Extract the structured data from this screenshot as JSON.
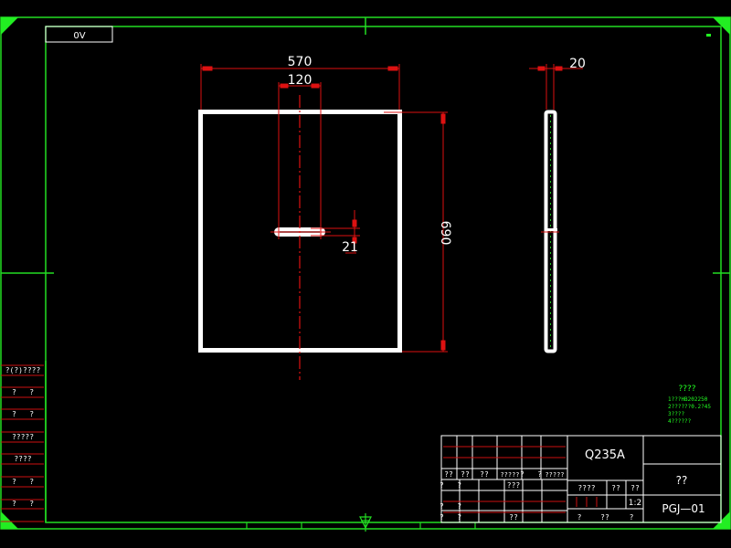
{
  "colors": {
    "background": "#000000",
    "frame": "#22dd22",
    "outline": "#ffffff",
    "dimension": "#dd1111",
    "centerline": "#dd1111",
    "note_text": "#22ff22"
  },
  "header_tag": {
    "label": "0V"
  },
  "front_view": {
    "dim_width": "570",
    "dim_slot_length": "120",
    "dim_slot_width": "21",
    "dim_height": "690"
  },
  "side_view": {
    "dim_thickness": "20"
  },
  "left_revision_column": {
    "rows": [
      "?(?)????",
      "?   ?",
      "?   ?",
      "?????",
      "????",
      "?   ?",
      "?   ?"
    ]
  },
  "notes": {
    "title": "????",
    "lines": [
      "1???HB202250",
      "2??????0.2?45",
      "3????",
      "4??????"
    ]
  },
  "title_block": {
    "material": "Q235A",
    "part_name": "??",
    "drawing_number": "PGJ—01",
    "scale": "1:2",
    "label_weight": "????",
    "label_qty": "??",
    "label_scale": "??",
    "bottom_row": [
      "?",
      "??",
      "?"
    ],
    "change_header": [
      "??",
      "??",
      "??",
      "?????",
      "?   ?",
      "?????"
    ],
    "sign_rows": [
      {
        "left": "?   ?",
        "mid": "???"
      },
      {
        "left": "?   ?",
        "mid": ""
      },
      {
        "left": "?   ?",
        "mid": "??"
      }
    ]
  }
}
